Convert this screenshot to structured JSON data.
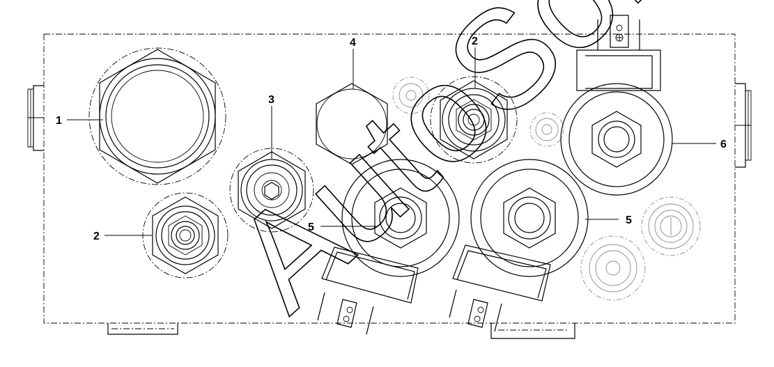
{
  "diagram": {
    "callouts": {
      "c1": "1",
      "c2a": "2",
      "c2b": "2",
      "c3": "3",
      "c4": "4",
      "c5a": "5",
      "c5b": "5",
      "c6": "6"
    },
    "watermark": "AutoSoft"
  }
}
